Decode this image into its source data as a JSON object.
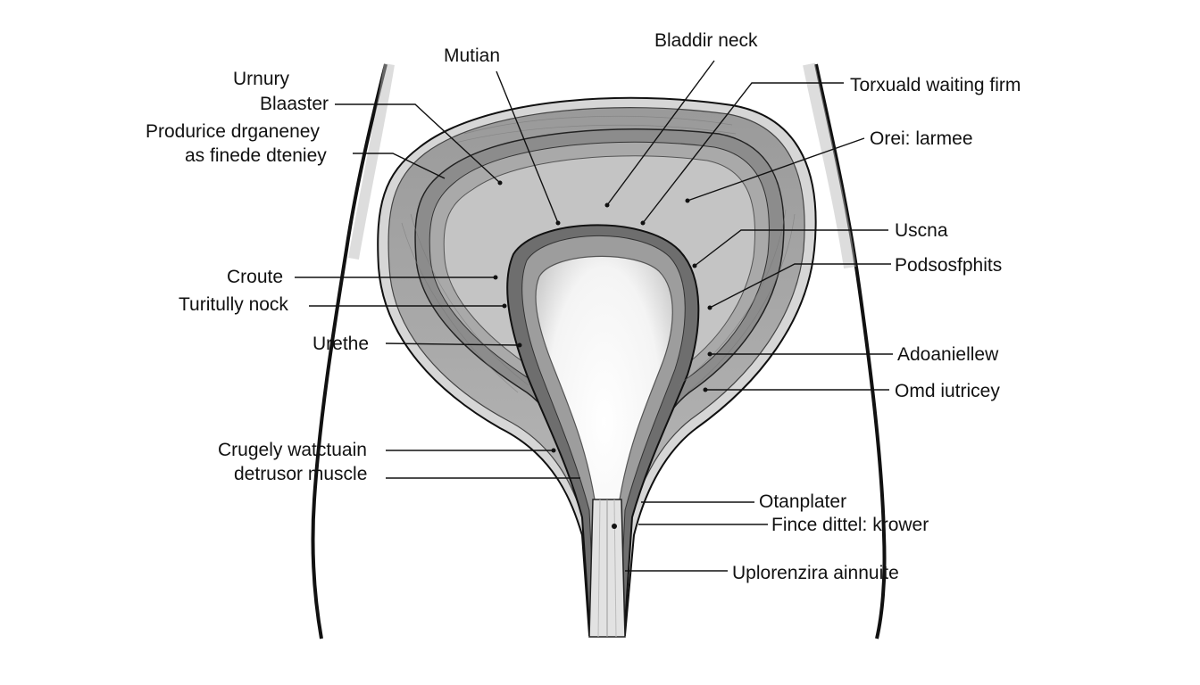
{
  "labels": {
    "urnury": "Urnury",
    "blaaster": "Blaaster",
    "produrice": "Produrice drganeney",
    "as_finede": "as finede dteniey",
    "croute": "Croute",
    "turitully": "Turitully nock",
    "urethe": "Urethe",
    "crugely": "Crugely watctuain",
    "detrusor": "detrusor muscle",
    "mutian": "Mutian",
    "bladdir": "Bladdir neck",
    "torxuald": "Torxuald waiting firm",
    "orei": "Orei: larmee",
    "uscna": "Uscna",
    "podsosfphits": "Podsosfphits",
    "adoaniellew": "Adoaniellew",
    "omd": "Omd iutricey",
    "otanplater": "Otanplater",
    "fince": "Fince dittel: krower",
    "uplorenzira": "Uplorenzira ainnuite"
  }
}
